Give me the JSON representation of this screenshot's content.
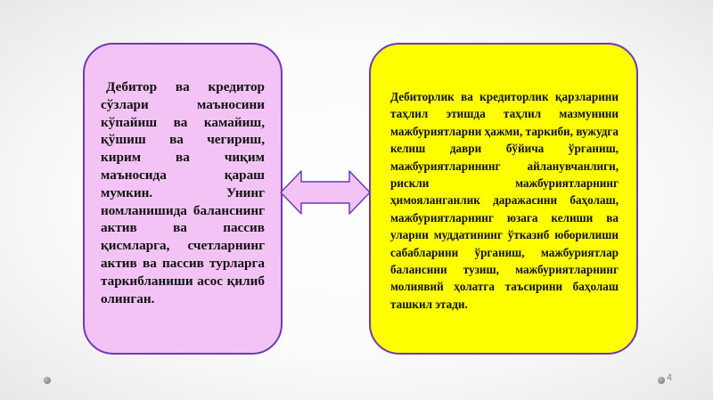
{
  "left_box": {
    "text": "Дебитор ва кредитор сўзлари маъносини кўпайиш ва камайиш, қўшиш ва чегириш, кирим ва чиқим маъносида қараш мумкин. Унинг номланишида баланснинг актив ва пассив қисмларга, счетларнинг актив ва пассив турларга таркибланиши асос қилиб олинган.",
    "color": "#f3c3f5"
  },
  "right_box": {
    "text": "Дебиторлик ва кредиторлик қарзларини таҳлил этишда таҳлил мазмунини мажбуриятларни ҳажми, таркиби, вужудга келиш даври бўйича ўрганиш, мажбуриятларининг айланувчанлиги, рискли мажбуриятларнинг ҳимояланганлик даражасини баҳолаш, мажбуриятларнинг юзага келиши ва уларни муддатининг ўтказиб юборилиши сабабларини ўрганиш, мажбуриятлар балансини тузиш, мажбуриятларнинг молиявий ҳолатга таъсирини баҳолаш ташкил этади.",
    "color": "#ffff00"
  },
  "connector": {
    "icon": "double-arrow-icon",
    "color": "#f3c3f5",
    "border": "#6a3bb5"
  },
  "footer": {
    "page_number": "4"
  }
}
